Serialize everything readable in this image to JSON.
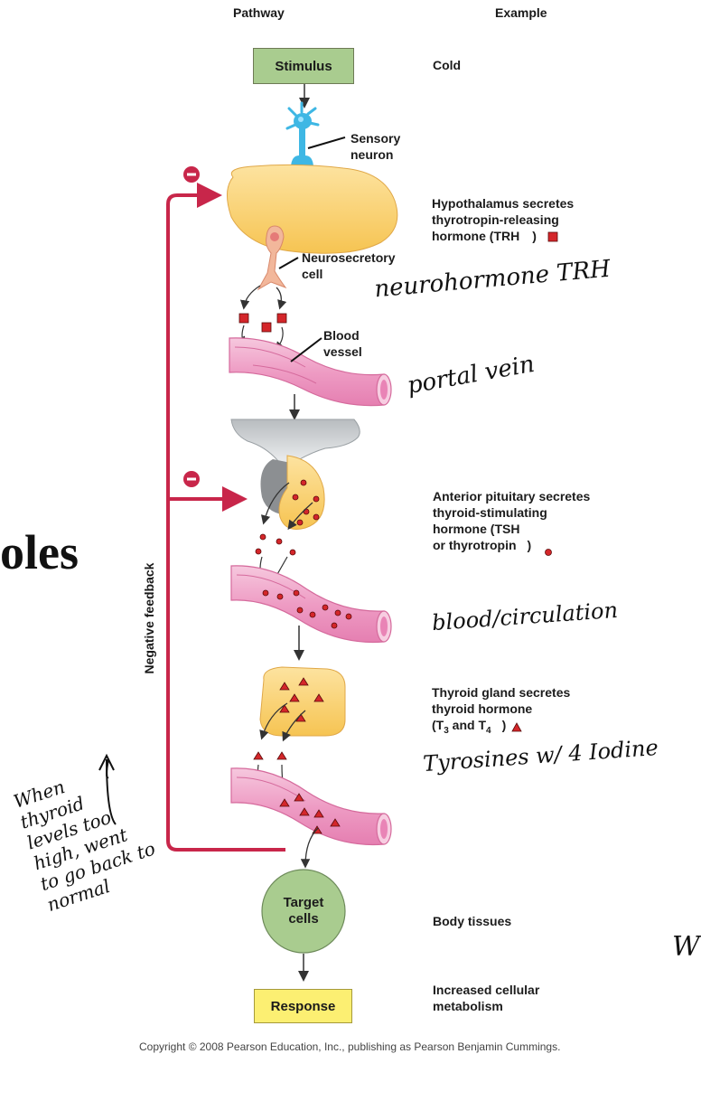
{
  "headers": {
    "pathway": "Pathway",
    "example": "Example"
  },
  "boxes": {
    "stimulus": "Stimulus",
    "target": [
      "Target",
      "cells"
    ],
    "response": "Response"
  },
  "labels": {
    "sensory": [
      "Sensory",
      "neuron"
    ],
    "neurosecretory": [
      "Neurosecretory",
      "cell"
    ],
    "blood_vessel": [
      "Blood",
      "vessel"
    ],
    "negative_feedback": "Negative feedback",
    "minus": "−"
  },
  "examples": {
    "cold": "Cold",
    "hypothalamus": [
      "Hypothalamus secretes",
      "thyrotropin-releasing",
      "hormone (TRH",
      ")"
    ],
    "pituitary": [
      "Anterior pituitary secretes",
      "thyroid-stimulating",
      "hormone (TSH",
      "or thyrotropin",
      ")"
    ],
    "thyroid": [
      "Thyroid gland secretes",
      "thyroid hormone",
      "(T",
      "3",
      " and T",
      "4",
      ")"
    ],
    "body": "Body tissues",
    "response": [
      "Increased cellular",
      "metabolism"
    ]
  },
  "handwriting": {
    "neurohormone": "neurohormone TRH",
    "portal": "portal vein",
    "blood": "blood/circulation",
    "tyrosines": "Tyrosines w/ 4 Iodine",
    "note": [
      "When",
      "thyroid",
      "levels too",
      "high, went",
      "to go back to",
      "normal"
    ],
    "edge": "W"
  },
  "background_text": "oles",
  "copyright": "Copyright © 2008 Pearson Education, Inc., publishing as Pearson Benjamin Cummings.",
  "colors": {
    "stimulus_fill": "#a9cc8f",
    "target_fill": "#a9cc8f",
    "response_fill": "#fcef72",
    "feedback_red": "#c8264a",
    "vessel": "#f0a3c9",
    "gland": "#f8cf68",
    "neuron_blue": "#3eb7e4",
    "hormone_red": "#d4262a"
  }
}
